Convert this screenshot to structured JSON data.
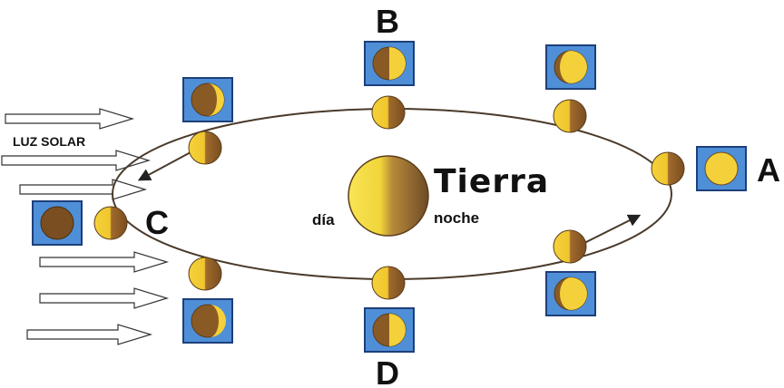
{
  "diagram": {
    "sunlight_label": "LUZ SOLAR",
    "earth": {
      "title": "Tierra",
      "day_label": "día",
      "night_label": "noche"
    },
    "position_labels": {
      "a": "A",
      "b": "B",
      "c": "C",
      "d": "D"
    },
    "colors": {
      "moon_lit": "#f4d13a",
      "moon_dark": "#8a5a24",
      "earth_lit": "#f6dc3c",
      "earth_dark": "#7a5227",
      "box_fill": "#4f8fd8",
      "box_border": "#1e3f7a",
      "orbit": "#4a3a2a"
    },
    "moon_phase_icons": [
      "full-moon-icon",
      "waxing-gibbous-moon-icon",
      "first-quarter-moon-icon",
      "waxing-crescent-moon-icon",
      "new-moon-icon",
      "waning-crescent-moon-icon",
      "third-quarter-moon-icon",
      "waning-gibbous-moon-icon"
    ]
  }
}
